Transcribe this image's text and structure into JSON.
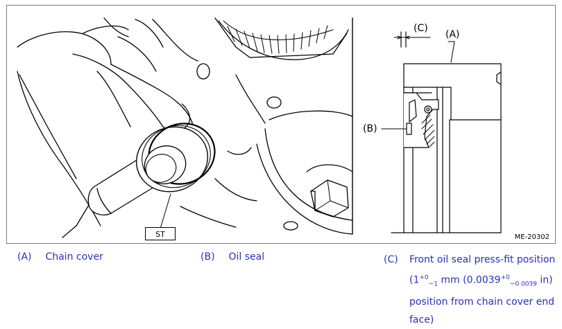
{
  "figure": {
    "id_label": "ME-20302",
    "tool_label": "ST",
    "callouts": {
      "a": "(A)",
      "b": "(B)",
      "c": "(C)"
    }
  },
  "legend": {
    "a": {
      "key": "(A)",
      "text": "Chain cover"
    },
    "b": {
      "key": "(B)",
      "text": "Oil seal"
    },
    "c": {
      "key": "(C)",
      "line1": "Front oil seal press-fit position",
      "line2_prefix": "(1",
      "line2_sup1": "+0",
      "line2_sub1": "−1",
      "line2_mid": " mm (0.0039",
      "line2_sup2": "+0",
      "line2_sub2": "−0.0039",
      "line2_suffix": " in)",
      "line3": "position from chain cover end",
      "line4": "face)"
    }
  },
  "colors": {
    "legend_text": "#2b2fb8",
    "line_art": "#000000",
    "frame": "#7a7a7a"
  }
}
